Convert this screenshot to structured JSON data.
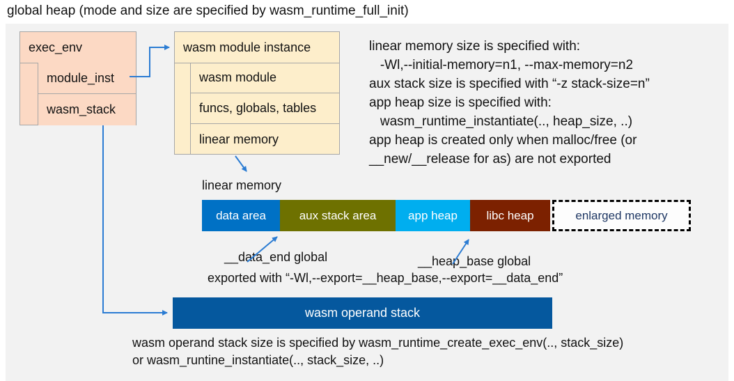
{
  "title": "global heap (mode and size are specified by wasm_runtime_full_init)",
  "exec_env": {
    "header": "exec_env",
    "rows": [
      "module_inst",
      "wasm_stack"
    ]
  },
  "module_instance": {
    "header": "wasm module instance",
    "rows": [
      "wasm module",
      "funcs, globals, tables",
      "linear memory"
    ]
  },
  "notes": {
    "lines": [
      "linear memory size is specified with:",
      "   -Wl,--initial-memory=n1, --max-memory=n2",
      "aux stack size is specified with “-z stack-size=n”",
      "app heap size is specified with:",
      "   wasm_runtime_instantiate(.., heap_size, ..)",
      "app heap is created only when malloc/free (or",
      "__new/__release for as) are not exported"
    ]
  },
  "linear_memory": {
    "label": "linear memory",
    "segments": [
      {
        "label": "data area"
      },
      {
        "label": "aux stack area"
      },
      {
        "label": "app heap"
      },
      {
        "label": "libc heap"
      },
      {
        "label": "enlarged memory"
      }
    ],
    "data_end_label": "__data_end global",
    "heap_base_label": "__heap_base global",
    "export_note": "exported with “-Wl,--export=__heap_base,--export=__data_end”"
  },
  "operand_stack": {
    "label": "wasm operand stack",
    "note_line1": "wasm operand stack size is specified by wasm_runtime_create_exec_env(.., stack_size)",
    "note_line2": "or wasm_runtine_instantiate(.., stack_size, ..)"
  },
  "colors": {
    "panel_bg": "#f2f2f2",
    "struct_fill": "#fcd9c4",
    "instance_fill": "#fdeecb",
    "box_border": "#a6a6a6",
    "data_area": "#0071c5",
    "aux_stack": "#6e7100",
    "app_heap": "#00aeef",
    "libc_heap": "#7c2100",
    "operand_stack": "#05589e",
    "enlarged_text": "#1f3864",
    "arrow": "#2b7cd3"
  }
}
